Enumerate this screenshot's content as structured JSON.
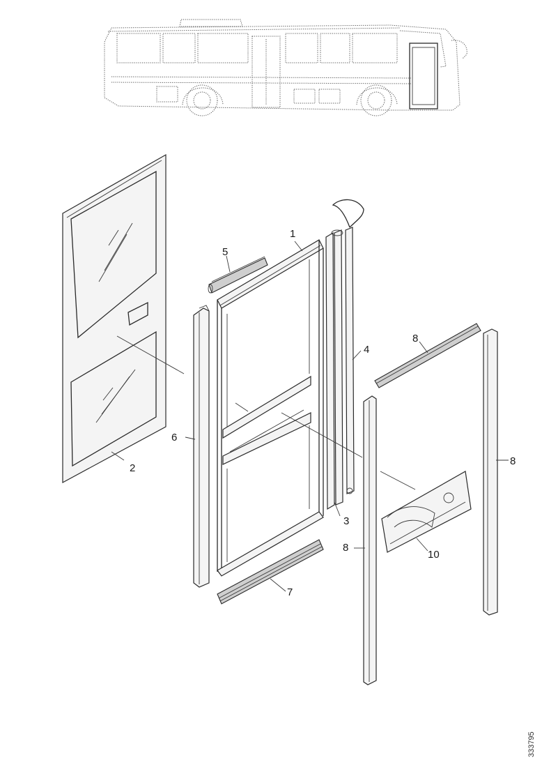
{
  "diagram": {
    "callouts": [
      {
        "id": "callout-1",
        "text": "1"
      },
      {
        "id": "callout-2",
        "text": "2"
      },
      {
        "id": "callout-3",
        "text": "3"
      },
      {
        "id": "callout-4",
        "text": "4"
      },
      {
        "id": "callout-5",
        "text": "5"
      },
      {
        "id": "callout-6",
        "text": "6"
      },
      {
        "id": "callout-7",
        "text": "7"
      },
      {
        "id": "callout-8a",
        "text": "8"
      },
      {
        "id": "callout-8b",
        "text": "8"
      },
      {
        "id": "callout-8c",
        "text": "8"
      },
      {
        "id": "callout-10",
        "text": "10"
      }
    ],
    "figure_code": "333795"
  }
}
